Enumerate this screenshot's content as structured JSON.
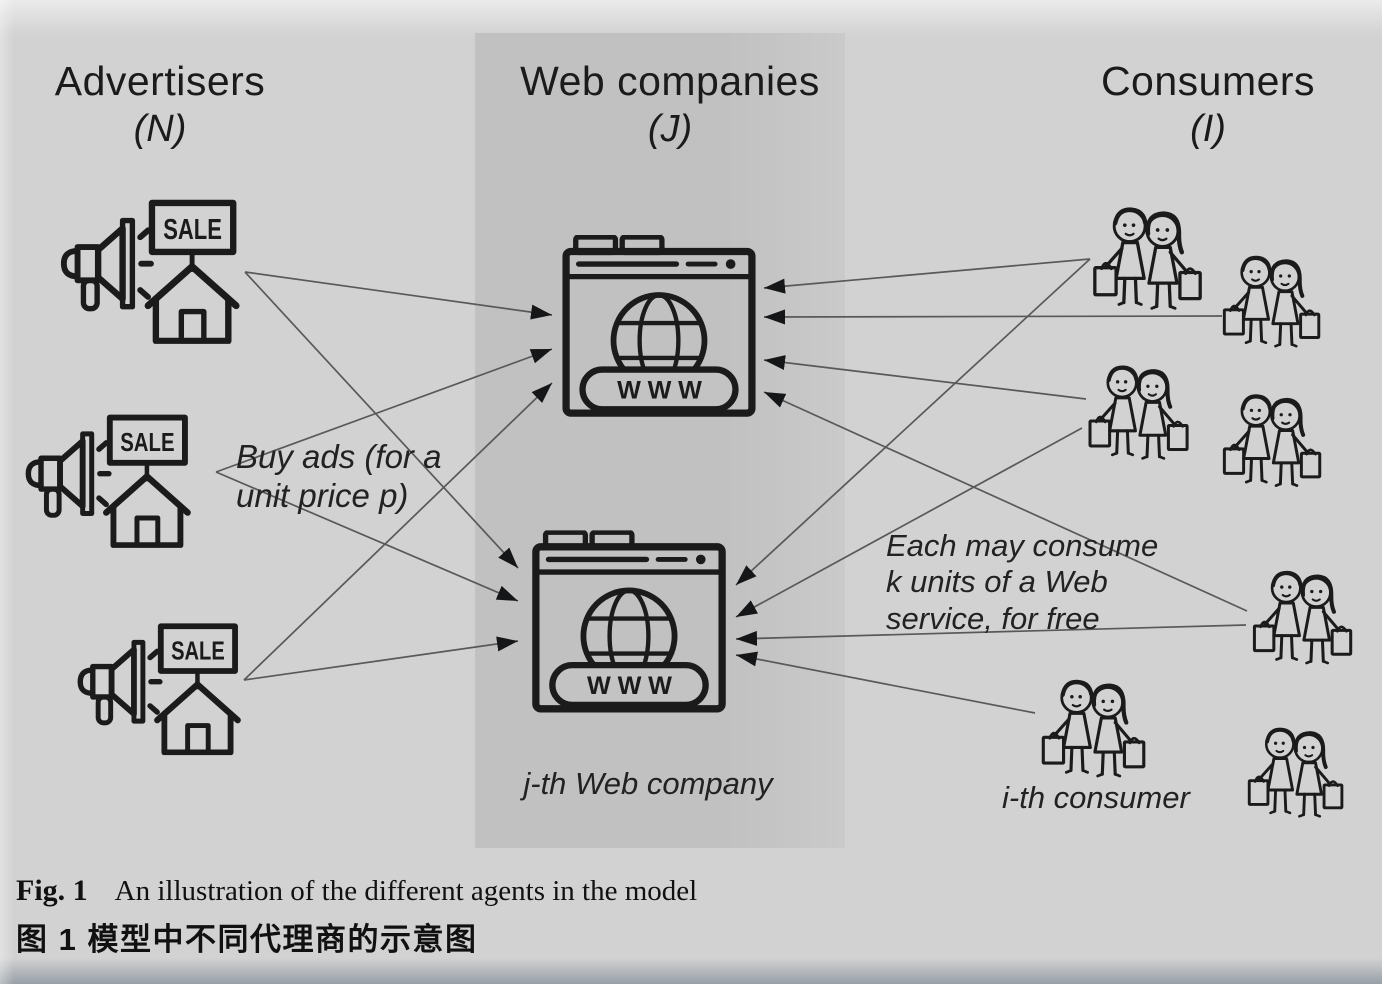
{
  "colors": {
    "bg": "#d2d2d2",
    "band": "#c3c3c3",
    "ink": "#1b1b1b",
    "line": "#58595a"
  },
  "headers": {
    "advertisers": {
      "title": "Advertisers",
      "symbol": "(N)"
    },
    "web_companies": {
      "title": "Web companies",
      "symbol": "(J)"
    },
    "consumers": {
      "title": "Consumers",
      "symbol": "(I)"
    }
  },
  "annotations": {
    "buy_ads": {
      "line1": "Buy ads (for a",
      "line2": "unit price p)"
    },
    "consume": {
      "line1": "Each may consume",
      "line2": "k units of a Web",
      "line3": "service, for free"
    },
    "jth_web_company": "j-th Web company",
    "ith_consumer": "i-th consumer"
  },
  "icon_text": {
    "sale": "SALE",
    "www": "WWW"
  },
  "icons": {
    "advertiser": "megaphone-sale-house",
    "web_company": "browser-globe-www",
    "consumer": "two-shoppers-with-bags"
  },
  "layout_counts": {
    "advertisers": 3,
    "web_companies": 2,
    "consumer_groups": 7
  },
  "caption": {
    "fig_label": "Fig. 1",
    "fig_text": "An illustration of the different agents in the model",
    "fig_text_zh": "图 1 模型中不同代理商的示意图"
  }
}
